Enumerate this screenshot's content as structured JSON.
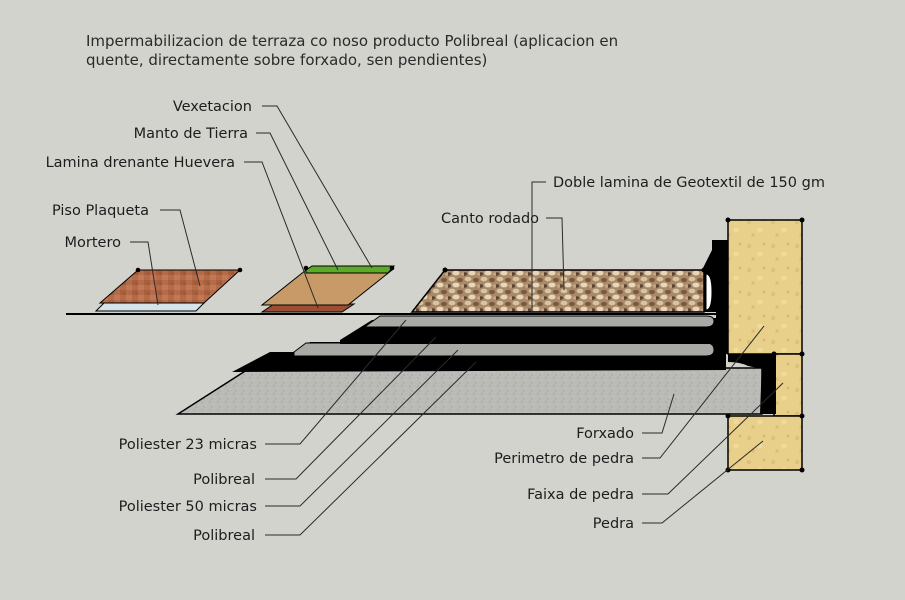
{
  "title": {
    "line1": "Impermabilizacion de terraza co noso producto Polibreal (aplicacion en",
    "line2": "quente, directamente sobre forxado, sen pendientes)"
  },
  "labels": {
    "vexetacion": "Vexetacion",
    "manto_tierra": "Manto de Tierra",
    "lamina_huevera": "Lamina drenante Huevera",
    "piso_plaqueta": "Piso Plaqueta",
    "mortero": "Mortero",
    "doble_geotextil": "Doble lamina de Geotextil de 150 gm",
    "canto_rodado": "Canto rodado",
    "poliester_23": "Poliester 23 micras",
    "polibreal_1": "Polibreal",
    "poliester_50": "Poliester 50 micras",
    "polibreal_2": "Polibreal",
    "forxado": "Forxado",
    "perimetro_pedra": "Perimetro de pedra",
    "faixa_pedra": "Faixa de pedra",
    "pedra": "Pedra"
  },
  "colors": {
    "background": "#d3d3ce",
    "stone": "#e8cf8a",
    "concrete": "#b9b9b5",
    "gravel": "#b8906a",
    "brick": "#b46b48",
    "soil": "#c89a68",
    "grass": "#5caa2a",
    "polibreal": "#000000"
  }
}
